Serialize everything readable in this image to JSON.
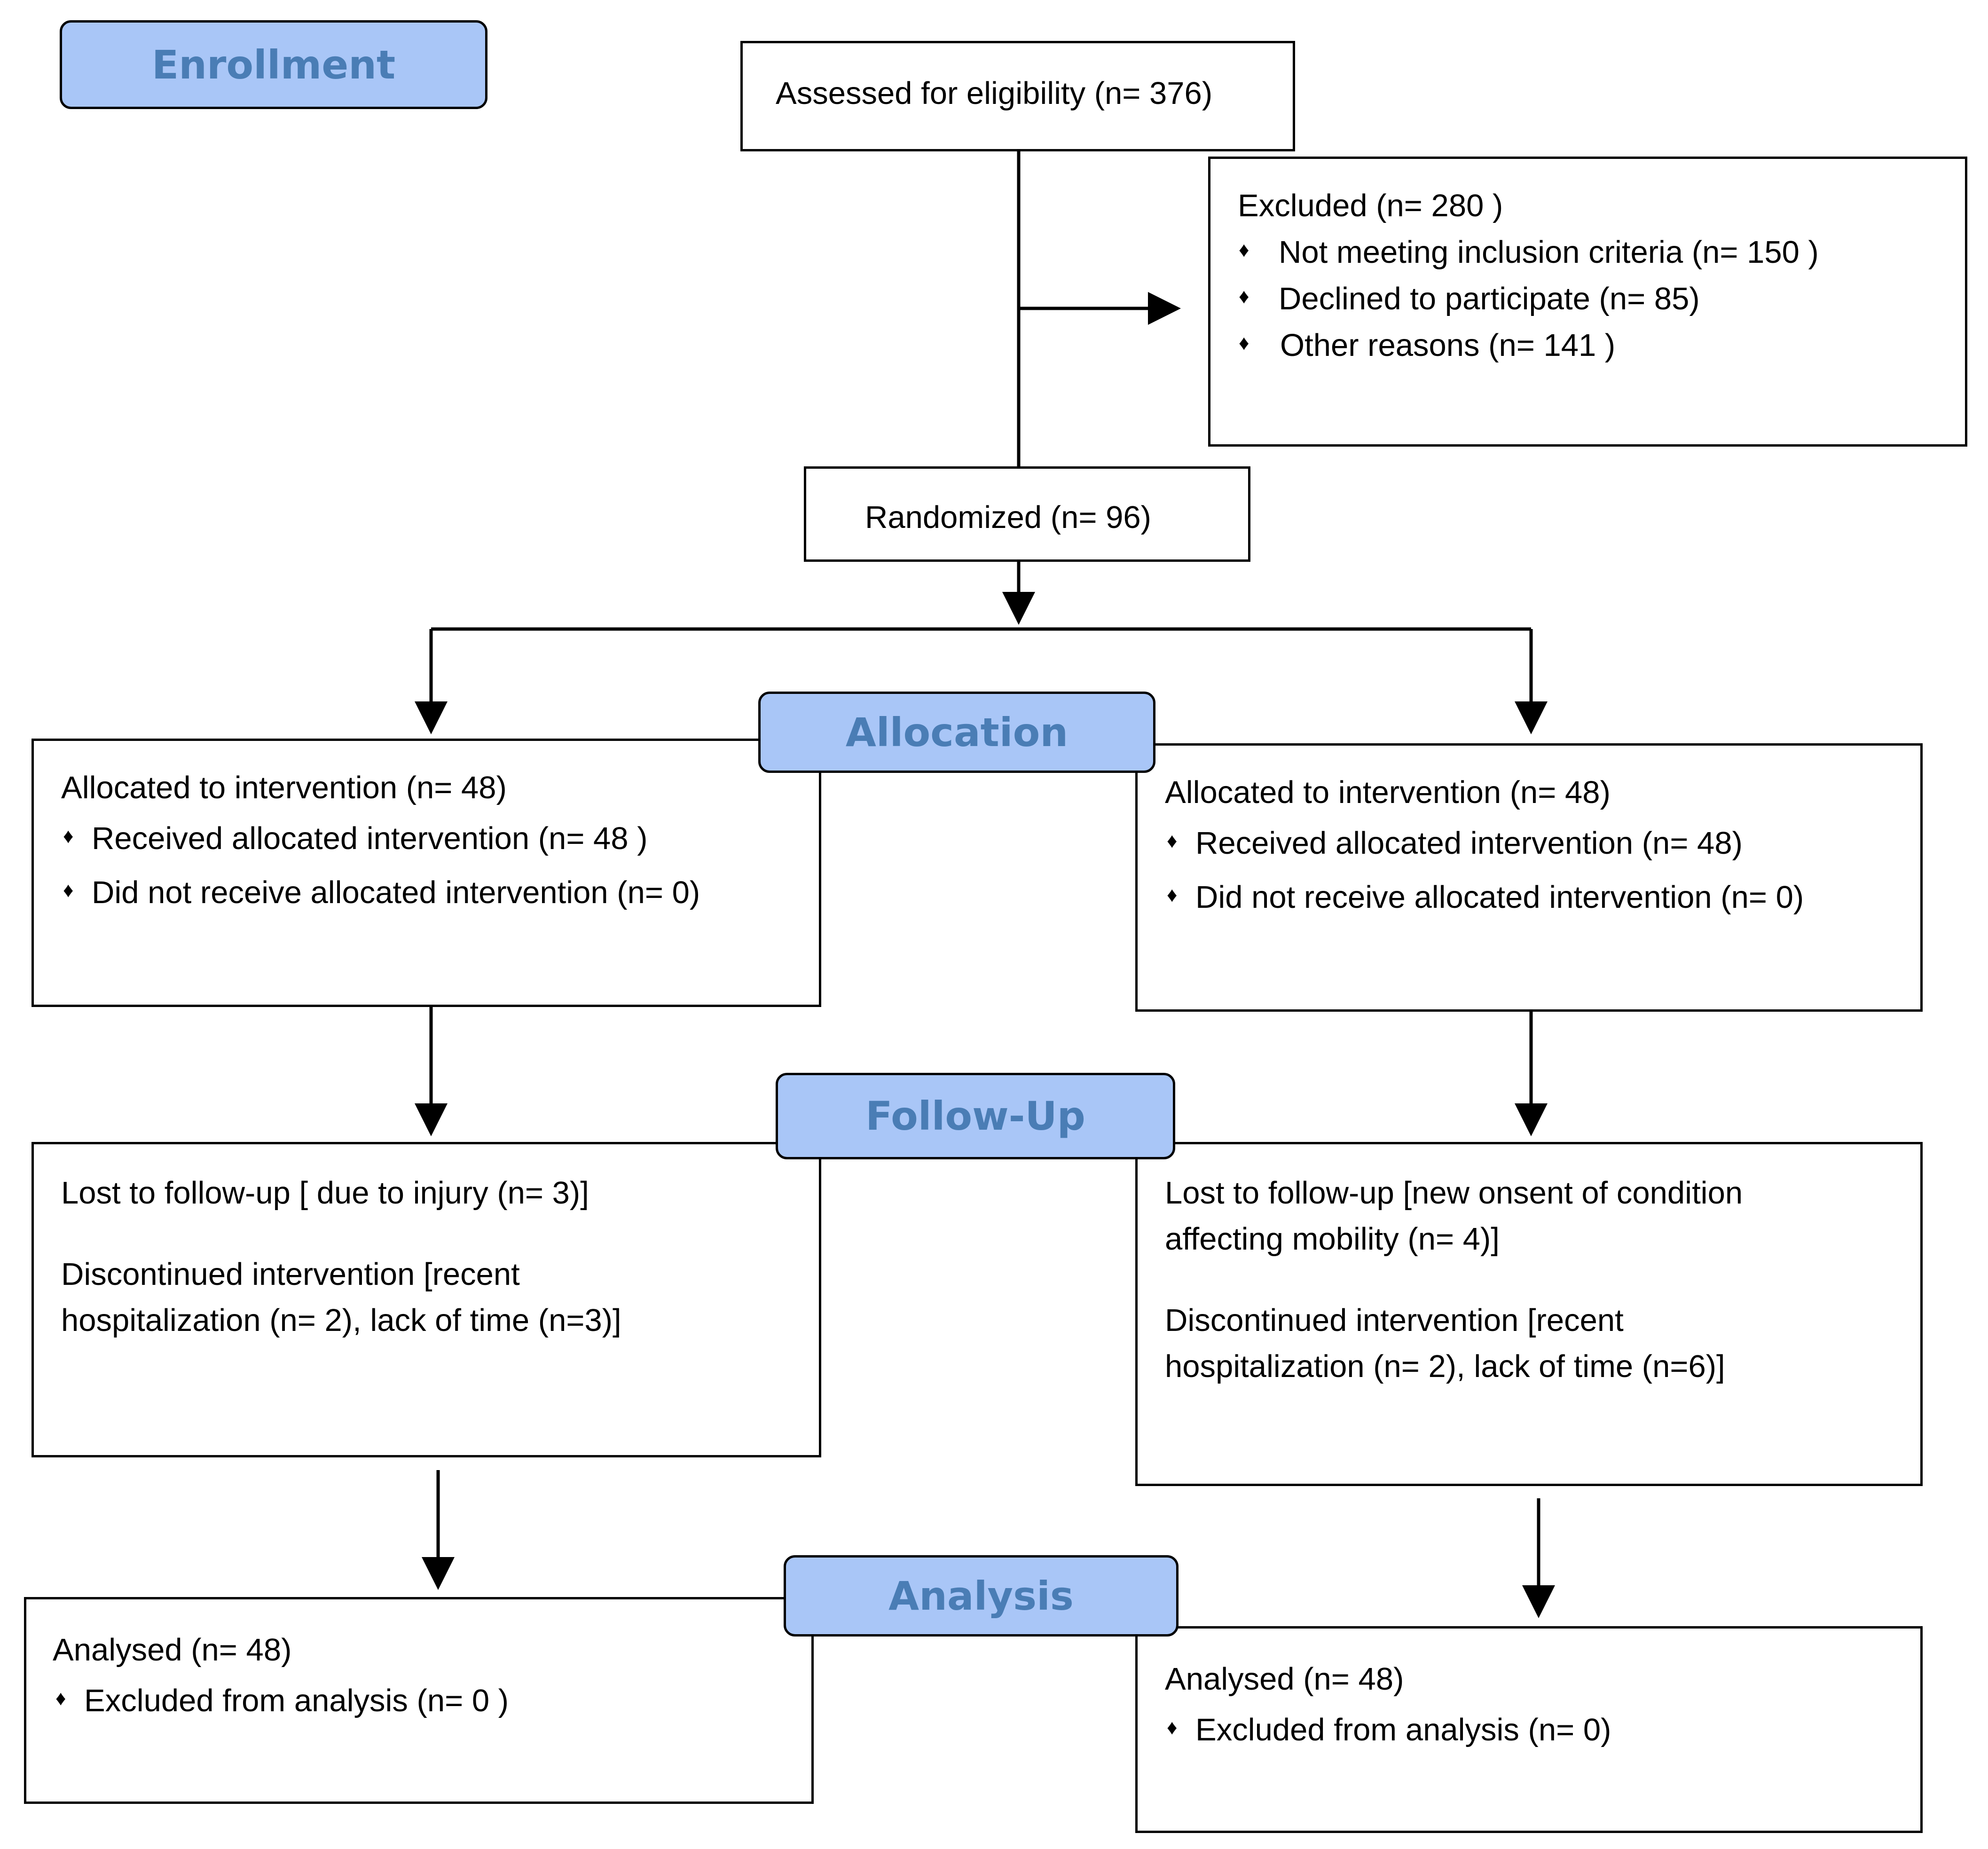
{
  "stages": {
    "enrollment": "Enrollment",
    "allocation": "Allocation",
    "follow_up": "Follow-Up",
    "analysis": "Analysis"
  },
  "assessed": "Assessed for eligibility (n= 376)",
  "excluded": {
    "title": "Excluded  (n= 280  )",
    "items": [
      "Not meeting inclusion criteria (n= 150  )",
      "Declined to participate (n= 85)",
      "Other reasons (n= 141 )"
    ]
  },
  "randomized": "Randomized (n=  96)",
  "allocation": {
    "left": {
      "title": "Allocated to intervention (n=  48)",
      "items": [
        "Received allocated intervention (n= 48 )",
        "Did not receive allocated intervention (n=  0)"
      ]
    },
    "right": {
      "title": "Allocated to intervention (n=  48)",
      "items": [
        "Received allocated intervention (n=  48)",
        "Did not receive allocated intervention (n= 0)"
      ]
    }
  },
  "follow_up": {
    "left": {
      "lost": "Lost to follow-up [ due to injury (n= 3)]",
      "discontinued": [
        "Discontinued intervention [recent",
        "hospitalization (n= 2), lack of time (n=3)]"
      ]
    },
    "right": {
      "lost": [
        "Lost to follow-up [new onsent of condition",
        "affecting mobility (n= 4)]"
      ],
      "discontinued": [
        "Discontinued intervention [recent",
        "hospitalization (n= 2), lack of time (n=6)]"
      ]
    }
  },
  "analysis": {
    "left": {
      "title": "Analysed  (n=  48)",
      "items": [
        "Excluded from analysis (n= 0 )"
      ]
    },
    "right": {
      "title": "Analysed  (n=  48)",
      "items": [
        "Excluded from analysis (n=  0)"
      ]
    }
  },
  "bullet": "♦",
  "colors": {
    "stage_fill": "#a9c6f7",
    "stage_text": "#4a7db5",
    "line": "#000000"
  }
}
